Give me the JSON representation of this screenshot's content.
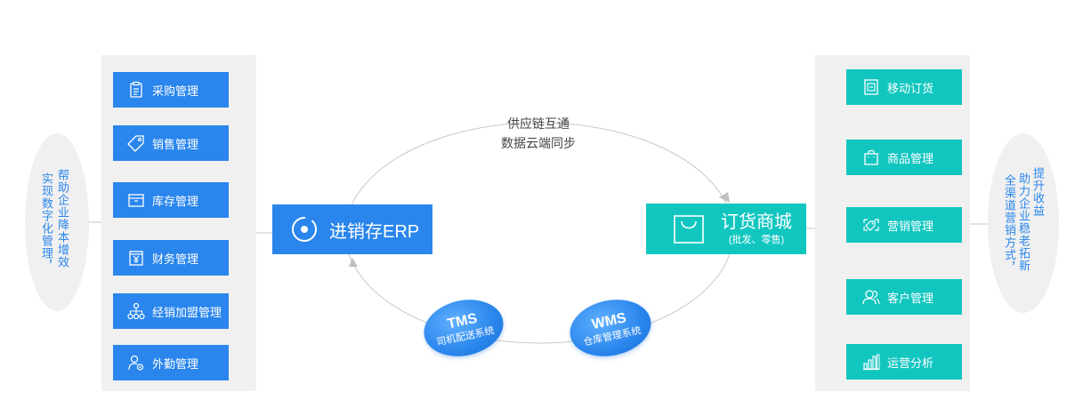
{
  "left_modules": [
    {
      "label": "采购管理",
      "icon": "clipboard-icon"
    },
    {
      "label": "销售管理",
      "icon": "tag-icon"
    },
    {
      "label": "库存管理",
      "icon": "box-icon"
    },
    {
      "label": "财务管理",
      "icon": "yen-icon"
    },
    {
      "label": "经销加盟管理",
      "icon": "org-tree-icon"
    },
    {
      "label": "外勤管理",
      "icon": "user-gear-icon"
    }
  ],
  "right_modules": [
    {
      "label": "移动订货",
      "icon": "mobile-order-icon"
    },
    {
      "label": "商品管理",
      "icon": "shopping-bag-icon"
    },
    {
      "label": "营销管理",
      "icon": "coupon-icon"
    },
    {
      "label": "客户管理",
      "icon": "users-icon"
    },
    {
      "label": "运营分析",
      "icon": "bar-chart-icon"
    }
  ],
  "left_oval": {
    "col1": "帮助企业降本增效",
    "col2": "实现数字化管理，"
  },
  "right_oval": {
    "col1": "提升收益",
    "col2": "助力企业稳老拓新",
    "col3": "全渠道营销方式，"
  },
  "erp": {
    "label": "进销存ERP",
    "icon": "target-icon"
  },
  "mall": {
    "title": "订货商城",
    "subtitle": "(批发、零售)",
    "icon": "bag-outline-icon"
  },
  "sync": {
    "line1": "供应链互通",
    "line2": "数据云端同步"
  },
  "tms": {
    "title": "TMS",
    "subtitle": "司机配送系统"
  },
  "wms": {
    "title": "WMS",
    "subtitle": "仓库管理系统"
  },
  "colors": {
    "blue": "#2a86ec",
    "teal": "#12c6c0",
    "panel": "#f0f0f0",
    "line": "#c8c8c8"
  }
}
